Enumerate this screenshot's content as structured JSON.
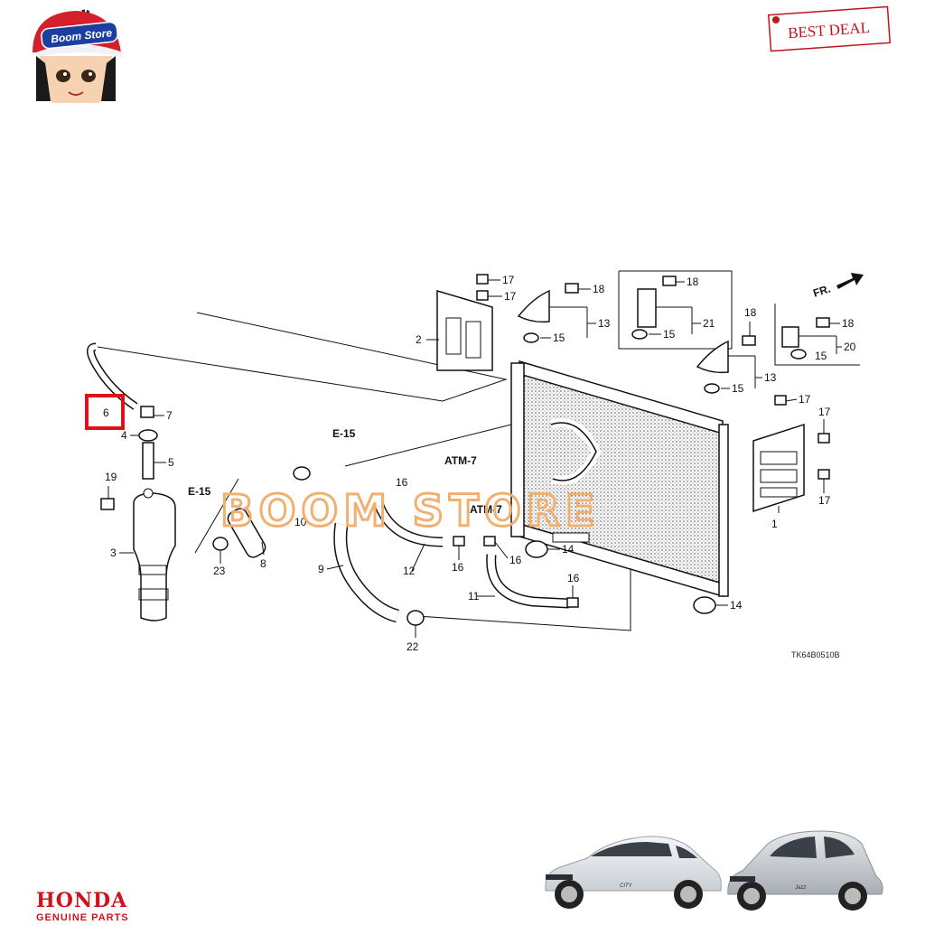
{
  "brand": {
    "store_logo_text": "Boom Store",
    "deal_badge": "BEST DEAL",
    "watermark": "BOOM STORE",
    "honda_wordmark": "HONDA",
    "honda_tagline": "GENUINE PARTS"
  },
  "diagram": {
    "drawing_code": "TK64B0510B",
    "direction_label": "FR.",
    "highlighted_part": "6",
    "ref_labels": [
      "E-15",
      "E-15",
      "ATM-7",
      "ATM-7"
    ],
    "part_numbers": [
      "1",
      "2",
      "3",
      "4",
      "5",
      "6",
      "7",
      "8",
      "9",
      "10",
      "11",
      "12",
      "13",
      "13",
      "14",
      "14",
      "15",
      "15",
      "15",
      "15",
      "16",
      "16",
      "16",
      "16",
      "17",
      "17",
      "17",
      "17",
      "17",
      "18",
      "18",
      "18",
      "18",
      "19",
      "20",
      "21",
      "22",
      "23"
    ]
  },
  "cars": {
    "left_badge": "CITY",
    "right_badge": "Jazz"
  },
  "colors": {
    "accent_red": "#d0121b",
    "watermark_orange": "#f2b070",
    "highlight_red": "#e0101b"
  }
}
